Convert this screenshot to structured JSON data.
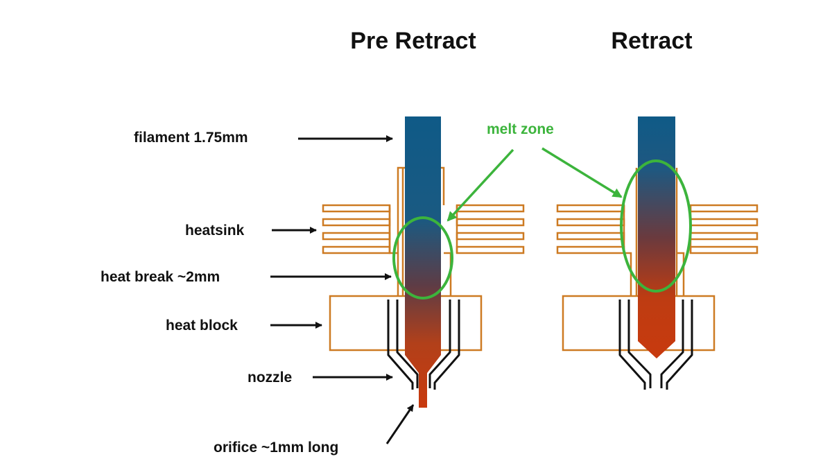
{
  "titles": {
    "pre_retract": "Pre Retract",
    "retract": "Retract"
  },
  "labels": {
    "filament": "filament 1.75mm",
    "heatsink": "heatsink",
    "heat_break": "heat break ~2mm",
    "heat_block": "heat block",
    "nozzle": "nozzle",
    "orifice": "orifice ~1mm long",
    "melt_zone": "melt zone"
  },
  "colors": {
    "filament_cool": "#0f5a87",
    "filament_mid": "#5e3c45",
    "filament_hot": "#c83a0e",
    "hardware": "#cd7a22",
    "nozzle_outline": "#111111",
    "melt_zone": "#3cb43c",
    "arrow": "#111111"
  }
}
